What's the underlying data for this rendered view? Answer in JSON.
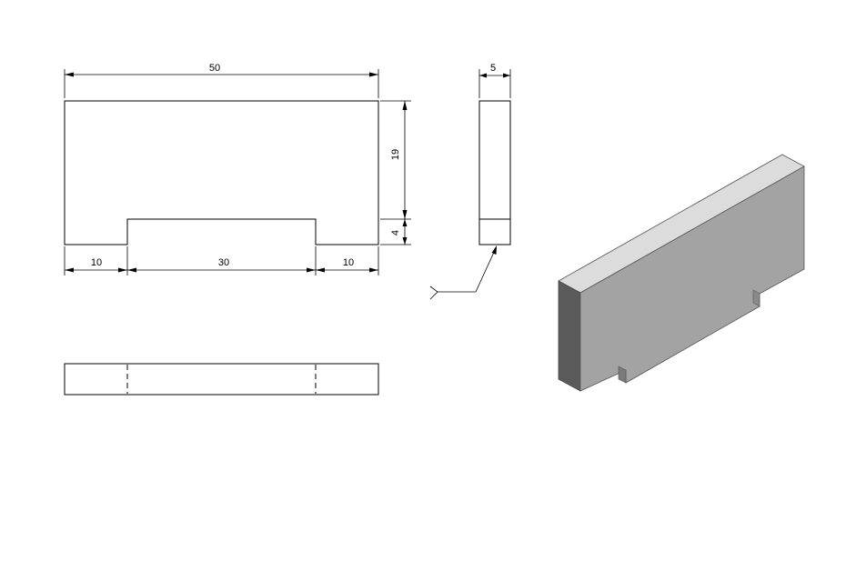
{
  "dimensions": {
    "overall_width": "50",
    "upper_height": "19",
    "notch_depth": "4",
    "left_foot": "10",
    "center_gap": "30",
    "right_foot": "10",
    "thickness": "5"
  },
  "colors": {
    "line": "#000000",
    "iso_front": "#a3a3a3",
    "iso_top": "#dcdcdc",
    "iso_side": "#5a5a5a",
    "iso_notch": "#7a7a7a"
  }
}
